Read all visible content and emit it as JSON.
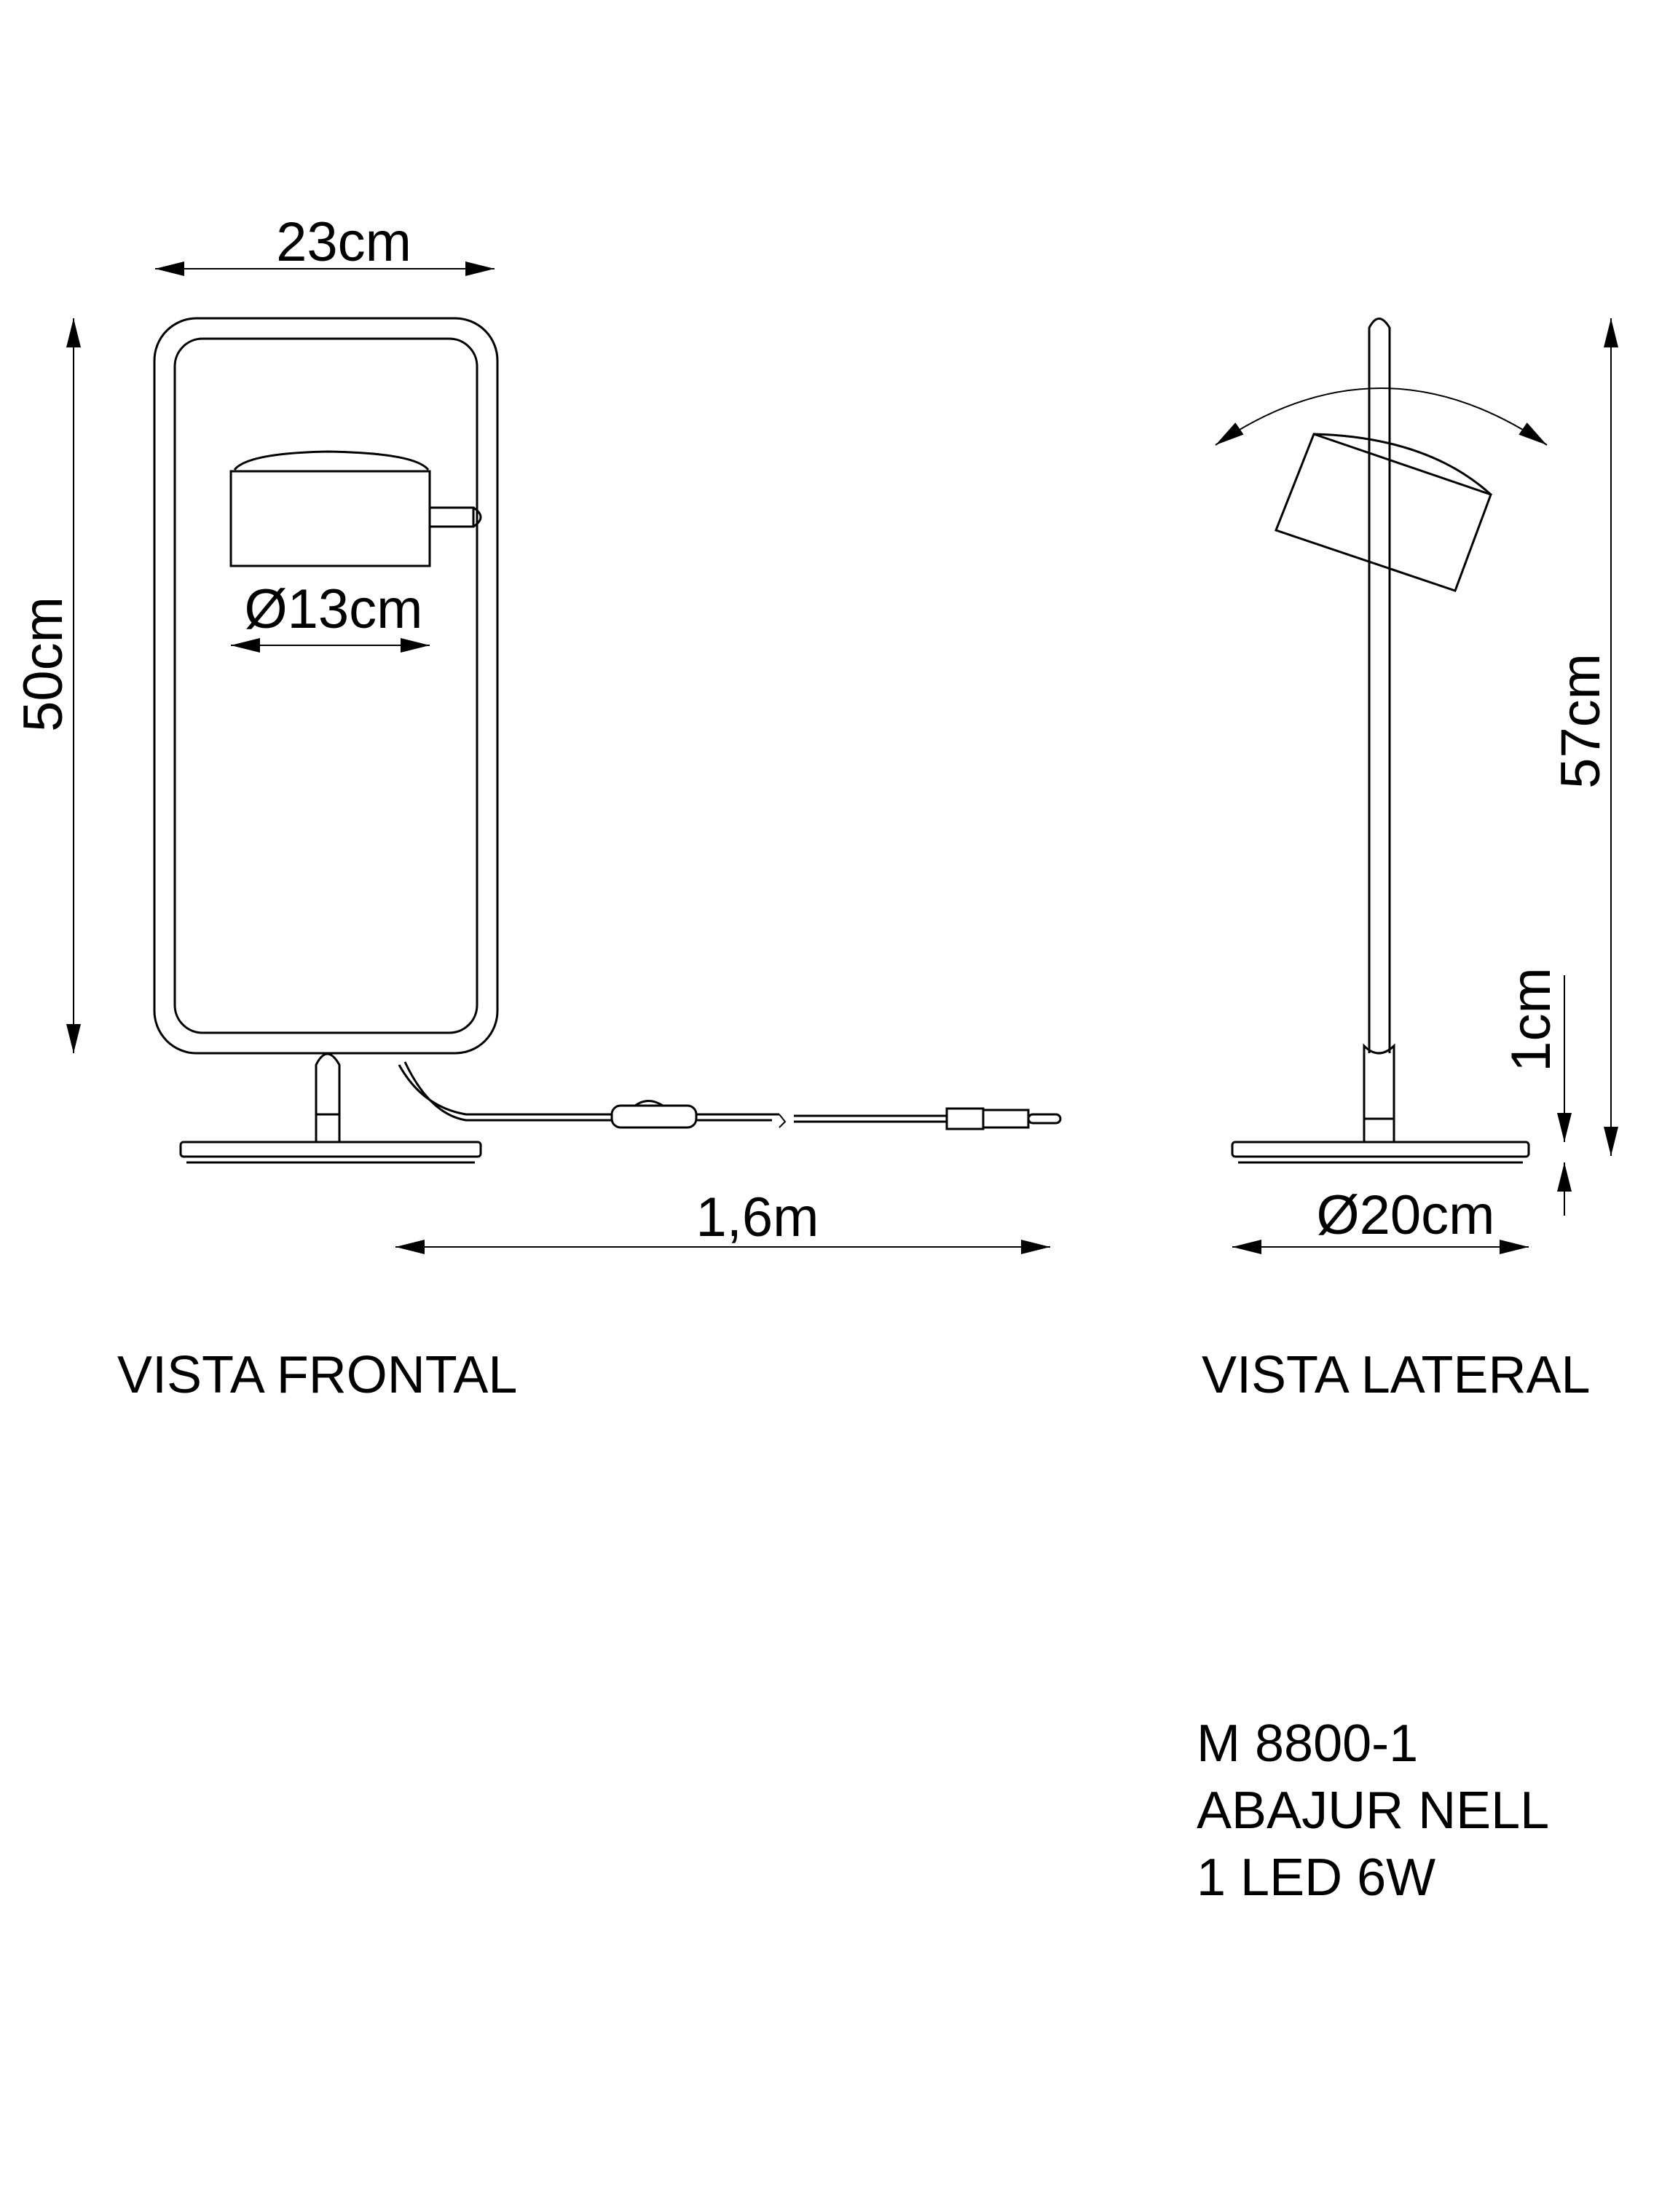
{
  "front_view": {
    "label": "VISTA FRONTAL",
    "width_dim": "23cm",
    "height_dim": "50cm",
    "shade_diameter_dim": "Ø13cm",
    "cable_length_dim": "1,6m"
  },
  "side_view": {
    "label": "VISTA LATERAL",
    "height_dim": "57cm",
    "base_thickness_dim": "1cm",
    "base_diameter_dim": "Ø20cm"
  },
  "product": {
    "code": "M 8800-1",
    "name": "ABAJUR NELL",
    "spec": "1 LED 6W"
  },
  "colors": {
    "line": "#000000",
    "background": "#ffffff"
  }
}
